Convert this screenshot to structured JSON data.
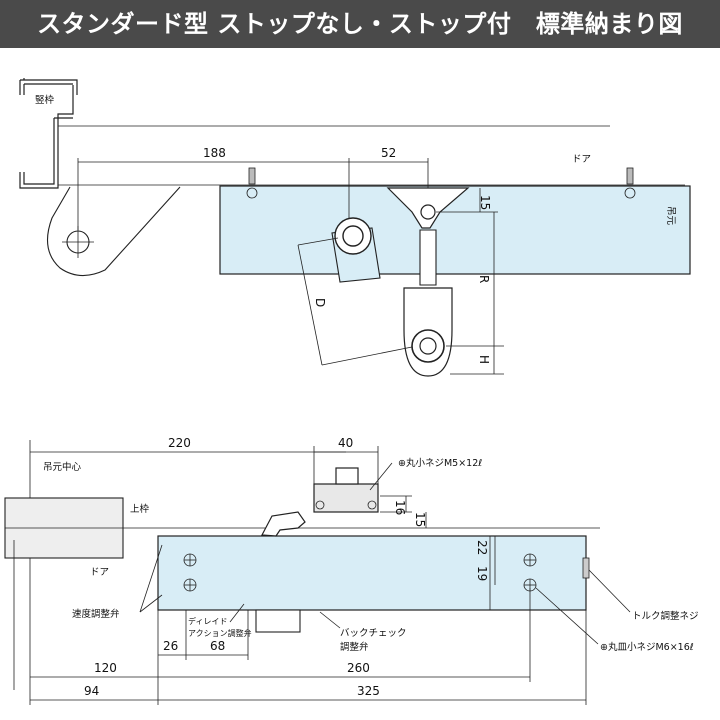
{
  "header": {
    "title": "スタンダード型 ストップなし・ストップ付　標準納まり図"
  },
  "top_view": {
    "frame_label": "竪枠",
    "door_label": "ドア",
    "hinge_mark": "吊元",
    "dimensions": {
      "d188": "188",
      "d52": "52",
      "d15": "15",
      "r": "R",
      "h": "H",
      "d": "D"
    }
  },
  "front_view": {
    "pivot_center_label": "吊元中心",
    "head_frame_label": "上枠",
    "door_label": "ドア",
    "screw_m5_label": "⊕丸小ネジM5×12ℓ",
    "screw_m6_label": "⊕丸皿小ネジM6×16ℓ",
    "torque_screw_label": "トルク調整ネジ",
    "speed_valve_label": "速度調整弁",
    "delay_label": "ディレイド",
    "action_valve_label": "アクション調整弁",
    "backcheck_label_1": "バックチェック",
    "backcheck_label_2": "調整弁",
    "dimensions": {
      "d220": "220",
      "d40": "40",
      "d16": "16",
      "d15": "15",
      "d22": "22",
      "d19": "19",
      "d26": "26",
      "d68": "68",
      "d120": "120",
      "d260": "260",
      "d94": "94",
      "d325": "325"
    }
  }
}
